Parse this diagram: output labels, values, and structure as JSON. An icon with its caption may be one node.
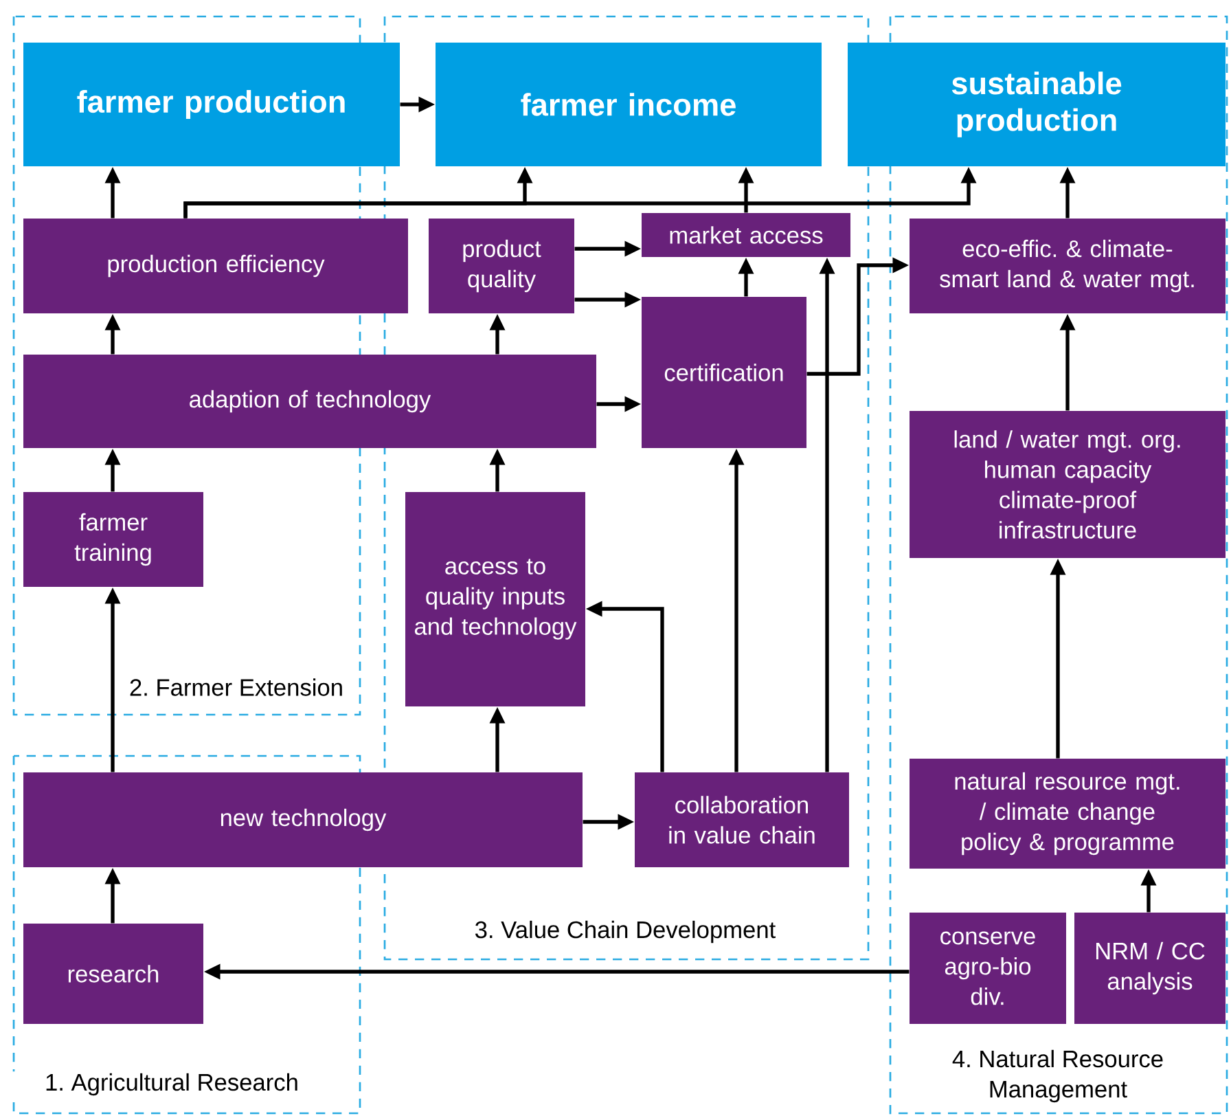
{
  "diagram": {
    "nodes": [
      {
        "text": [
          "1. Agricultural Research"
        ]
      },
      {
        "text": [
          "2. Farmer Extension"
        ]
      },
      {
        "text": [
          "3. Value Chain Development"
        ]
      },
      {
        "text": [
          "4. Natural Resource Management"
        ]
      },
      {
        "text": [
          "farmer production"
        ]
      },
      {
        "text": [
          "farmer income"
        ],
        "in": 2
      },
      {
        "text": [
          "sustainable production"
        ]
      },
      {
        "text": [
          "production efficiency"
        ]
      },
      {
        "text": [
          "product quality"
        ],
        "in": 2
      },
      {
        "text": [
          "market access"
        ],
        "in": 2
      },
      {
        "text": [
          "eco-effic. & climate-smart land & water mgt."
        ],
        "in": 3
      },
      {
        "text": [
          "adaption of technology"
        ]
      },
      {
        "text": [
          "certification"
        ],
        "in": 2
      },
      {
        "text": [
          "land / water mgt. org. human capacity climate-proof infrastructure"
        ],
        "in": 3
      },
      {
        "text": [
          "farmer training"
        ],
        "in": 1
      },
      {
        "text": [
          "access to quality inputs and technology"
        ],
        "in": 2
      },
      {
        "text": [
          "new technology"
        ]
      },
      {
        "text": [
          "collaboration in value chain"
        ],
        "in": 2
      },
      {
        "text": [
          "natural resource mgt. / climate change policy & programme"
        ],
        "in": 3
      },
      {
        "text": [
          "research"
        ],
        "in": 0
      },
      {
        "text": [
          "conserve agro-bio div."
        ],
        "in": 3
      },
      {
        "text": [
          "NRM / CC analysis"
        ],
        "in": 3
      }
    ],
    "edges": [
      {
        "from": 4,
        "to": 5,
        "arrow": "to"
      },
      {
        "from": 7,
        "to": 4,
        "arrow": "to"
      },
      {
        "from": 7,
        "to": 5,
        "arrow": "to"
      },
      {
        "from": 7,
        "to": 6,
        "arrow": "to"
      },
      {
        "from": 9,
        "to": 5,
        "arrow": "to"
      },
      {
        "from": 10,
        "to": 6,
        "arrow": "to"
      },
      {
        "from": 8,
        "to": 9,
        "arrow": "to"
      },
      {
        "from": 8,
        "to": 12,
        "arrow": "to"
      },
      {
        "from": 11,
        "to": 7,
        "arrow": "to"
      },
      {
        "from": 11,
        "to": 8,
        "arrow": "to"
      },
      {
        "from": 11,
        "to": 12,
        "arrow": "to"
      },
      {
        "from": 12,
        "to": 9,
        "arrow": "to"
      },
      {
        "from": 12,
        "to": 10,
        "arrow": "to"
      },
      {
        "from": 13,
        "to": 10,
        "arrow": "to"
      },
      {
        "from": 14,
        "to": 11,
        "arrow": "to"
      },
      {
        "from": 15,
        "to": 11,
        "arrow": "to"
      },
      {
        "from": 16,
        "to": 14,
        "arrow": "to"
      },
      {
        "from": 16,
        "to": 15,
        "arrow": "to"
      },
      {
        "from": 16,
        "to": 17,
        "arrow": "to"
      },
      {
        "from": 17,
        "to": 15,
        "arrow": "to"
      },
      {
        "from": 17,
        "to": 12,
        "arrow": "to"
      },
      {
        "from": 17,
        "to": 9,
        "arrow": "to"
      },
      {
        "from": 18,
        "to": 13,
        "arrow": "to"
      },
      {
        "from": 19,
        "to": 16,
        "arrow": "to"
      },
      {
        "from": 20,
        "to": 19,
        "arrow": "to"
      },
      {
        "from": 21,
        "to": 18,
        "arrow": "to"
      }
    ]
  }
}
